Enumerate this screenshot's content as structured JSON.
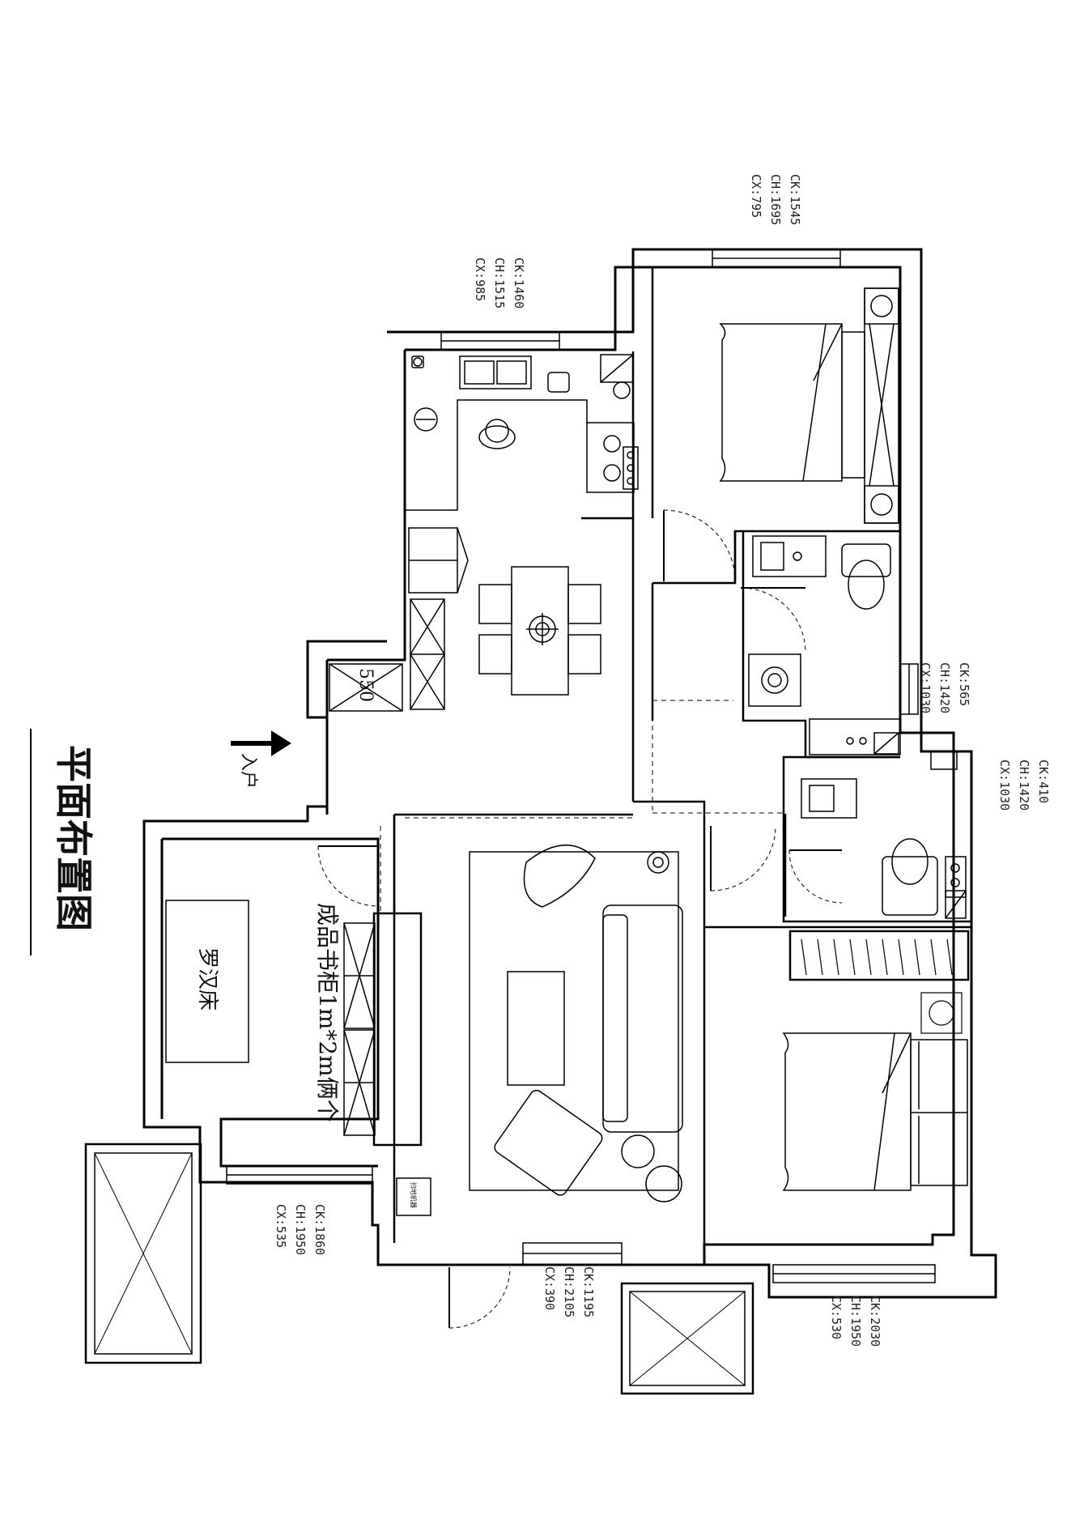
{
  "title": "平面布置图",
  "entrance_label": "入户",
  "rooms": {
    "study_bed_label": "罗汉床",
    "bookcase_label": "成品书柜1m*2m俩个",
    "cabinet_depth": "550",
    "robot_label": "扫地机器"
  },
  "windows": {
    "kitchen": [
      "CK:1460",
      "CH:1515",
      "CX:985"
    ],
    "master_bedroom": [
      "CK:1545",
      "CH:1695",
      "CX:795"
    ],
    "bath1": [
      "CK:565",
      "CH:1420",
      "CX:1030"
    ],
    "bath2": [
      "CK:410",
      "CH:1420",
      "CX:1030"
    ],
    "study": [
      "CK:1860",
      "CH:1950",
      "CX:535"
    ],
    "living": [
      "CK:1195",
      "CH:2105",
      "CX:390"
    ],
    "second_bedroom": [
      "CK:2030",
      "CH:1950",
      "CX:530"
    ]
  },
  "colors": {
    "line": "#000000",
    "background": "#ffffff"
  }
}
